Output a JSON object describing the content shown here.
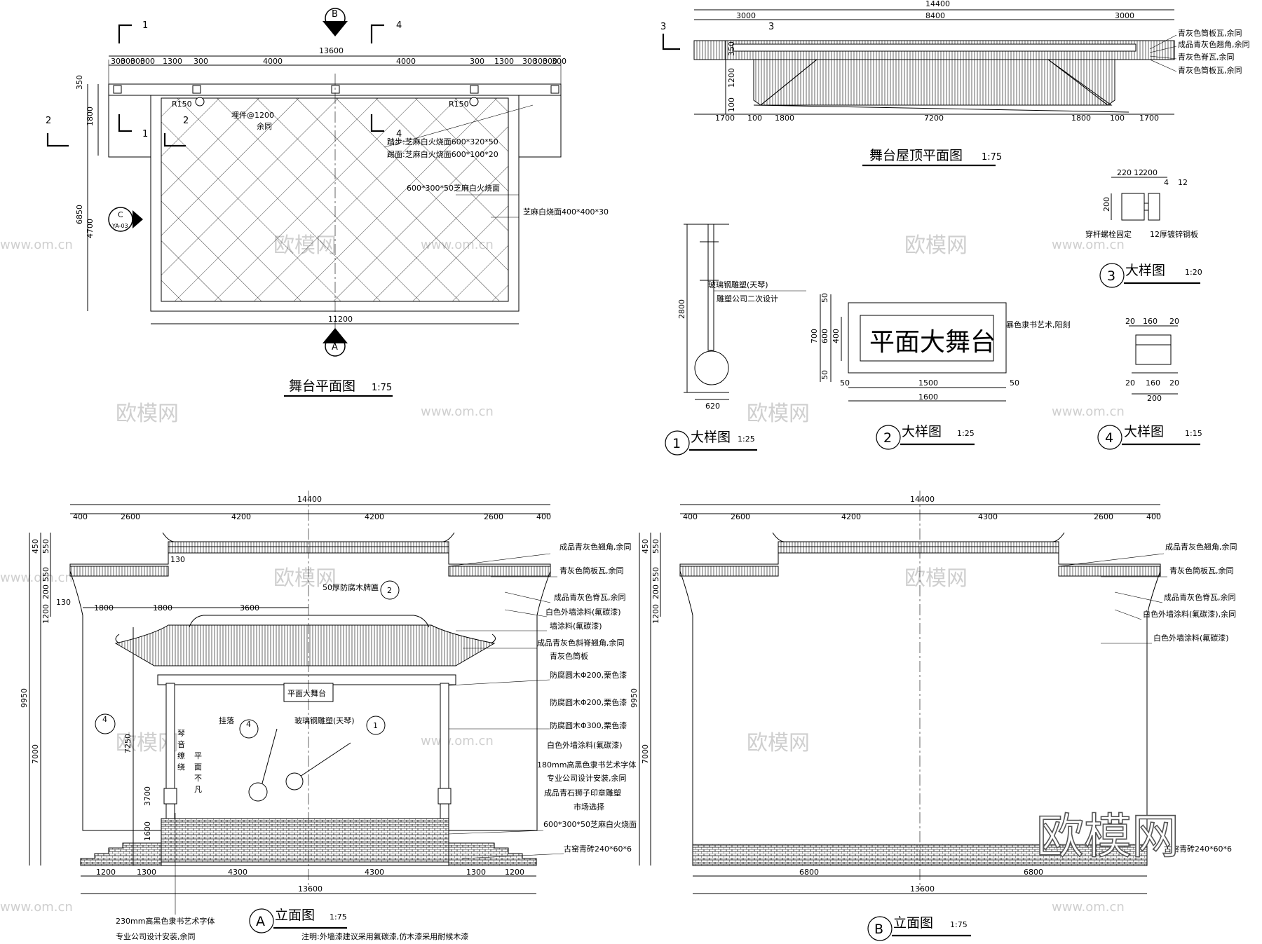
{
  "plan": {
    "title": "舞台平面图",
    "scale": "1:75",
    "dims_top": [
      "300",
      "300",
      "300",
      "300",
      "1300",
      "300",
      "4000",
      "4000",
      "300",
      "1300",
      "300",
      "300",
      "300",
      "300"
    ],
    "total_top": "13600",
    "total_bottom": "11200",
    "dims_left": [
      "350",
      "1800",
      "6850",
      "4700"
    ],
    "notes": [
      "踏步:芝麻白火烧面600*320*50",
      "踢面:芝麻白火烧面600*100*20",
      "600*300*50芝麻白火烧面",
      "芝麻白烧面400*400*30",
      "埋件@1200",
      "余同",
      "R150",
      "R150"
    ],
    "markers": {
      "b": "B",
      "a": "A",
      "c": "C",
      "c_sub": "YA-03",
      "one": "1",
      "two": "2",
      "four": "4"
    }
  },
  "roof": {
    "title": "舞台屋顶平面图",
    "scale": "1:75",
    "total": "14400",
    "dims_top": [
      "3000",
      "8400",
      "3000"
    ],
    "dims_bottom": [
      "1700",
      "100",
      "1800",
      "7200",
      "1800",
      "100",
      "1700"
    ],
    "dims_left": [
      "350",
      "1200",
      "100"
    ],
    "notes": [
      "青灰色筒板瓦,余同",
      "成品青灰色翘角,余同",
      "青灰色脊瓦,余同",
      "青灰色筒板瓦,余同"
    ],
    "sec": "3"
  },
  "d1": {
    "label": "大样图",
    "num": "1",
    "scale": "1:25",
    "height": "2800",
    "width": "620",
    "notes": [
      "玻璃钢雕塑(天琴)",
      "雕塑公司二次设计"
    ]
  },
  "d2": {
    "label": "大样图",
    "num": "2",
    "scale": "1:25",
    "sign": "平面大舞台",
    "note": "暴色隶书艺术,阳刻",
    "dims_left": [
      "50",
      "700",
      "600",
      "400",
      "50"
    ],
    "dims_bottom": [
      "50",
      "1500",
      "50"
    ],
    "total": "1600"
  },
  "d3": {
    "label": "大样图",
    "num": "3",
    "scale": "1:20",
    "dims": [
      "220",
      "12",
      "200",
      "4",
      "12",
      "200"
    ],
    "notes": [
      "穿杆螺栓固定",
      "12厚镀锌钢板"
    ]
  },
  "d4": {
    "label": "大样图",
    "num": "4",
    "scale": "1:15",
    "dims": [
      "20",
      "160",
      "20",
      "20",
      "160",
      "20",
      "200"
    ]
  },
  "elevA": {
    "title": "立面图",
    "num": "A",
    "scale": "1:75",
    "total_top": "14400",
    "dims_top": [
      "400",
      "2600",
      "4200",
      "4200",
      "2600",
      "400"
    ],
    "dims_row2": [
      "1800",
      "1800",
      "3600"
    ],
    "dims_bottom": [
      "1200",
      "1300",
      "4300",
      "4300",
      "1300",
      "1200"
    ],
    "total_bottom": "13600",
    "dims_left": [
      "450",
      "550",
      "550",
      "200",
      "1200",
      "9950",
      "7000",
      "7250",
      "3700",
      "1600",
      "130",
      "130"
    ],
    "notes": [
      "成品青灰色翘角,余同",
      "青灰色筒板瓦,余同",
      "成品青灰色脊瓦,余同",
      "白色外墙涂料(氟碳漆)",
      "墙涂料(氟碳漆)",
      "成品青灰色斜脊翘角,余同",
      "青灰色筒板",
      "防腐圆木Φ200,栗色漆",
      "防腐圆木Φ200,栗色漆",
      "防腐圆木Φ300,栗色漆",
      "白色外墙涂料(氟碳漆)",
      "180mm高黑色隶书艺术字体",
      "专业公司设计安装,余同",
      "成品青石狮子印章雕塑",
      "市场选择",
      "600*300*50芝麻白火烧面",
      "古窑青砖240*60*6"
    ],
    "center_notes": [
      "50厚防腐木牌匾",
      "玻璃钢雕塑(天琴)",
      "挂落"
    ],
    "sign": "平面大舞台",
    "poem1": [
      "琴",
      "音",
      "缭",
      "绕"
    ],
    "poem2": [
      "平",
      "面",
      "不",
      "凡"
    ],
    "bottom_note1": "230mm高黑色隶书艺术字体",
    "bottom_note2": "专业公司设计安装,余同",
    "footnote": "注明:外墙漆建议采用氟碳漆,仿木漆采用耐候木漆"
  },
  "elevB": {
    "title": "立面图",
    "num": "B",
    "scale": "1:75",
    "total_top": "14400",
    "dims_top": [
      "400",
      "2600",
      "4200",
      "4300",
      "2600",
      "400"
    ],
    "dims_bottom": [
      "6800",
      "6800"
    ],
    "total_bottom": "13600",
    "dims_left": [
      "450",
      "550",
      "550",
      "200",
      "1200",
      "9950",
      "7000"
    ],
    "notes": [
      "成品青灰色翘角,余同",
      "青灰色筒板瓦,余同",
      "成品青灰色脊瓦,余同",
      "白色外墙涂料(氟碳漆),余同",
      "白色外墙涂料(氟碳漆)",
      "古窑青砖240*60*6"
    ]
  },
  "watermark": {
    "text": "欧模网",
    "url": "www.om.cn"
  }
}
